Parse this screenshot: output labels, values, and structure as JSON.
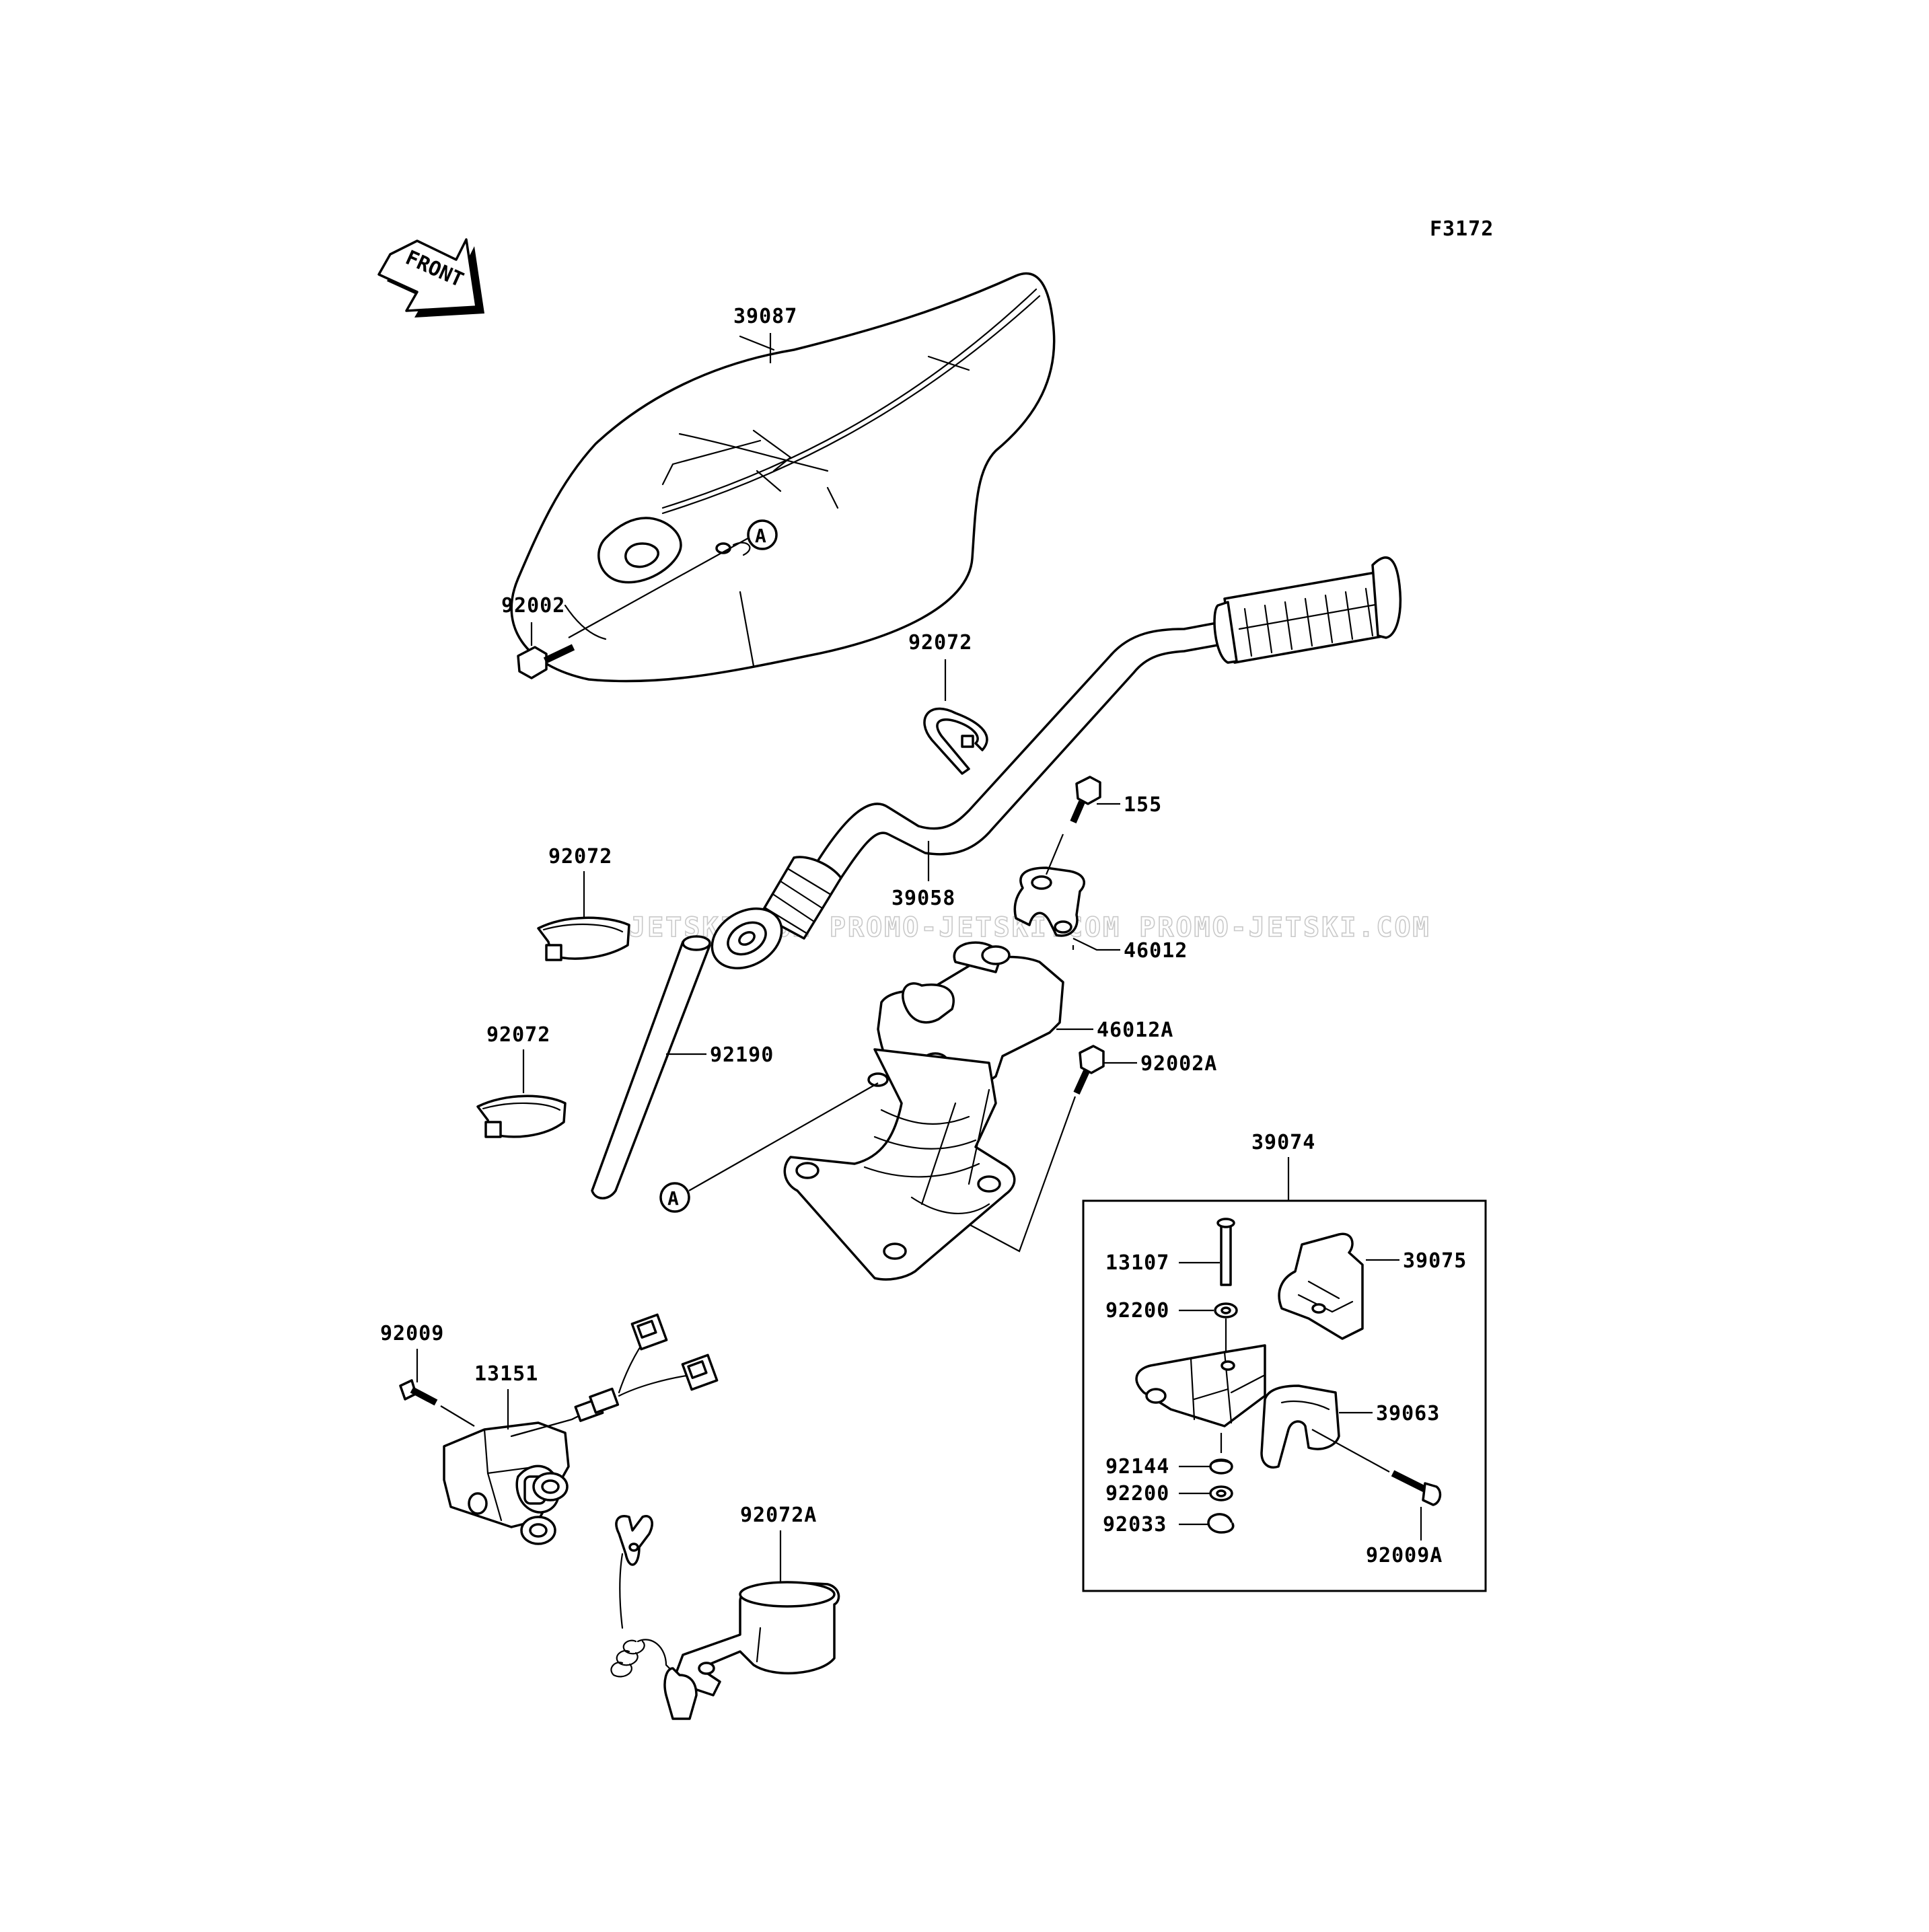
{
  "figure_code": "F3172",
  "direction_label": "FRONT",
  "reference_markers": [
    "A",
    "A"
  ],
  "watermark": "JETSKI.COM  PROMO-JETSKI.COM  PROMO-JETSKI.COM",
  "callouts": {
    "p39087": "39087",
    "p92002": "92002",
    "p92072_upper": "92072",
    "p155": "155",
    "p92072_mid": "92072",
    "p39058": "39058",
    "p46012": "46012",
    "p46012A": "46012A",
    "p92190": "92190",
    "p92072_low": "92072",
    "p92002A": "92002A",
    "p39074": "39074",
    "p13107": "13107",
    "p39075": "39075",
    "p92200_a": "92200",
    "p39063": "39063",
    "p92144": "92144",
    "p92200_b": "92200",
    "p92033": "92033",
    "p92009A": "92009A",
    "p92009": "92009",
    "p13151": "13151",
    "p92072A": "92072A"
  }
}
